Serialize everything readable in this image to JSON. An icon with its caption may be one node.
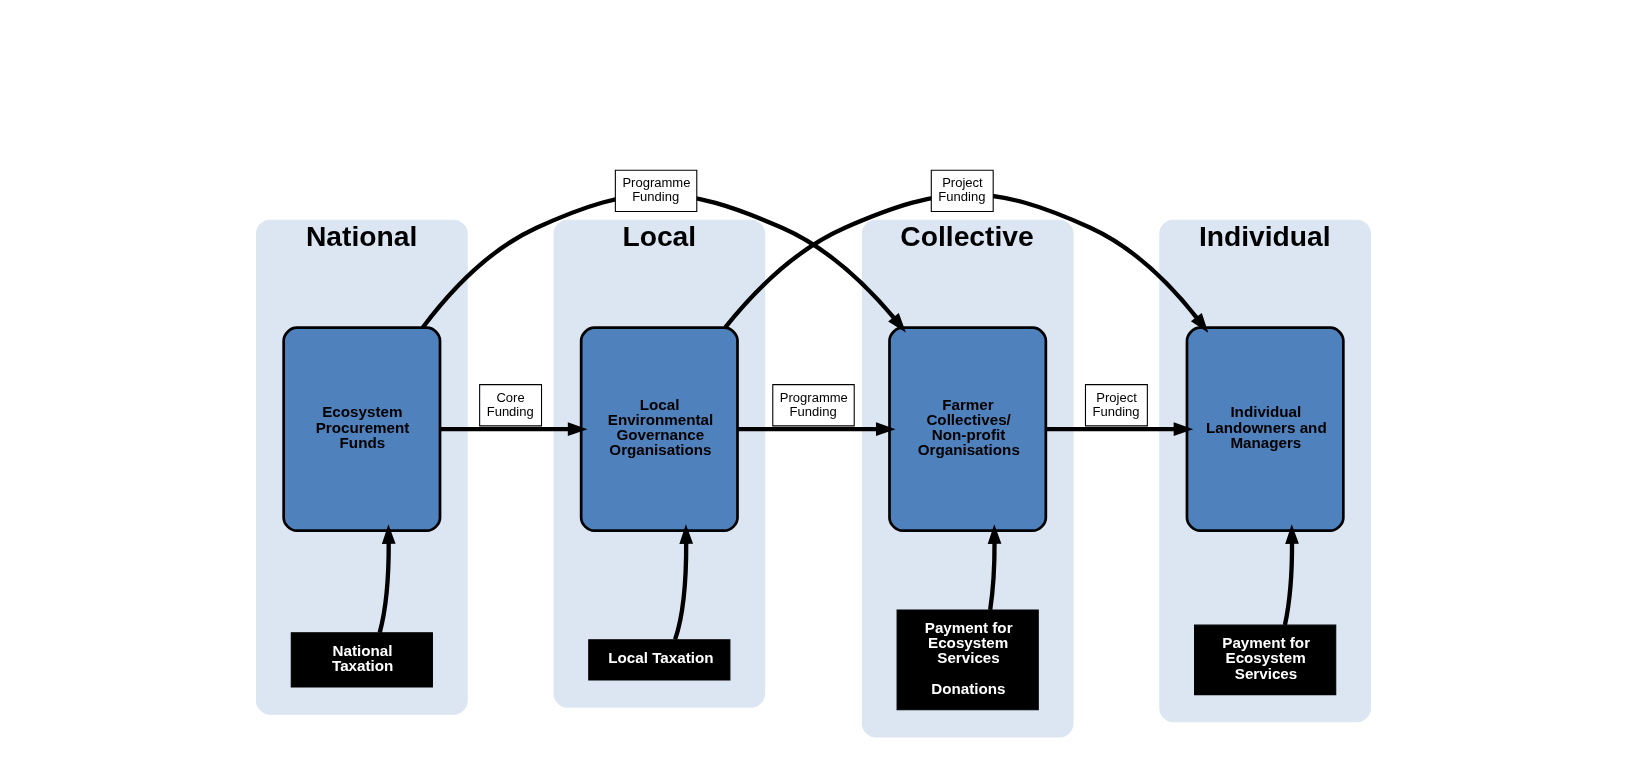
{
  "diagram": {
    "nodes": [
      {
        "text": [
          "National"
        ]
      },
      {
        "text": [
          "Local"
        ]
      },
      {
        "text": [
          "Collective"
        ]
      },
      {
        "text": [
          "Individual"
        ]
      },
      {
        "text": [
          "Ecosystem Procurement Funds"
        ],
        "in": 0
      },
      {
        "text": [
          "National Taxation"
        ],
        "in": 0
      },
      {
        "text": [
          "Local Environmental Governance Organisations"
        ],
        "in": 1
      },
      {
        "text": [
          "Local Taxation"
        ],
        "in": 1
      },
      {
        "text": [
          "Farmer Collectives/ Non-profit Organisations"
        ],
        "in": 2
      },
      {
        "text": [
          "Payment for Ecosystem Services",
          "Donations"
        ],
        "in": 2
      },
      {
        "text": [
          "Individual Landowners and Managers"
        ],
        "in": 3
      },
      {
        "text": [
          "Payment for Ecosystem Services"
        ],
        "in": 3
      }
    ],
    "edges": [
      {
        "from": 4,
        "to": 8,
        "arrow": "to",
        "label": "Programme Funding"
      },
      {
        "from": 4,
        "to": 6,
        "arrow": "to",
        "label": "Core Funding"
      },
      {
        "from": 6,
        "to": 8,
        "arrow": "to",
        "label": "Programme Funding"
      },
      {
        "from": 8,
        "to": 10,
        "arrow": "to",
        "label": "Project Funding"
      },
      {
        "from": 6,
        "to": 10,
        "arrow": "to",
        "label": "Project Funding"
      },
      {
        "from": 5,
        "to": 4,
        "arrow": "to"
      },
      {
        "from": 7,
        "to": 6,
        "arrow": "to"
      },
      {
        "from": 9,
        "to": 8,
        "arrow": "to"
      },
      {
        "from": 11,
        "to": 10,
        "arrow": "to"
      }
    ]
  }
}
